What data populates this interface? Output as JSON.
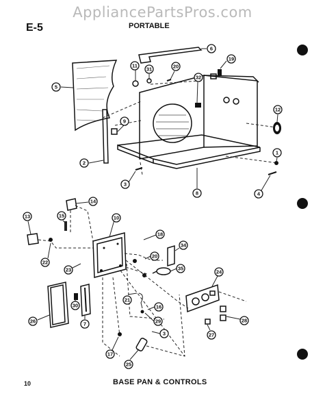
{
  "watermark": "AppliancePartsPros.com",
  "diagram_id": "E-5",
  "subtitle": "PORTABLE",
  "page_number": "10",
  "caption": "BASE PAN & CONTROLS",
  "callouts": [
    "1",
    "2",
    "3",
    "4",
    "5",
    "6",
    "7",
    "8",
    "9",
    "10",
    "11",
    "12",
    "13",
    "14",
    "15",
    "16",
    "17",
    "18",
    "19",
    "20",
    "21",
    "22",
    "23",
    "24",
    "25",
    "26",
    "27",
    "28",
    "29",
    "30",
    "31",
    "32",
    "34",
    "35"
  ]
}
